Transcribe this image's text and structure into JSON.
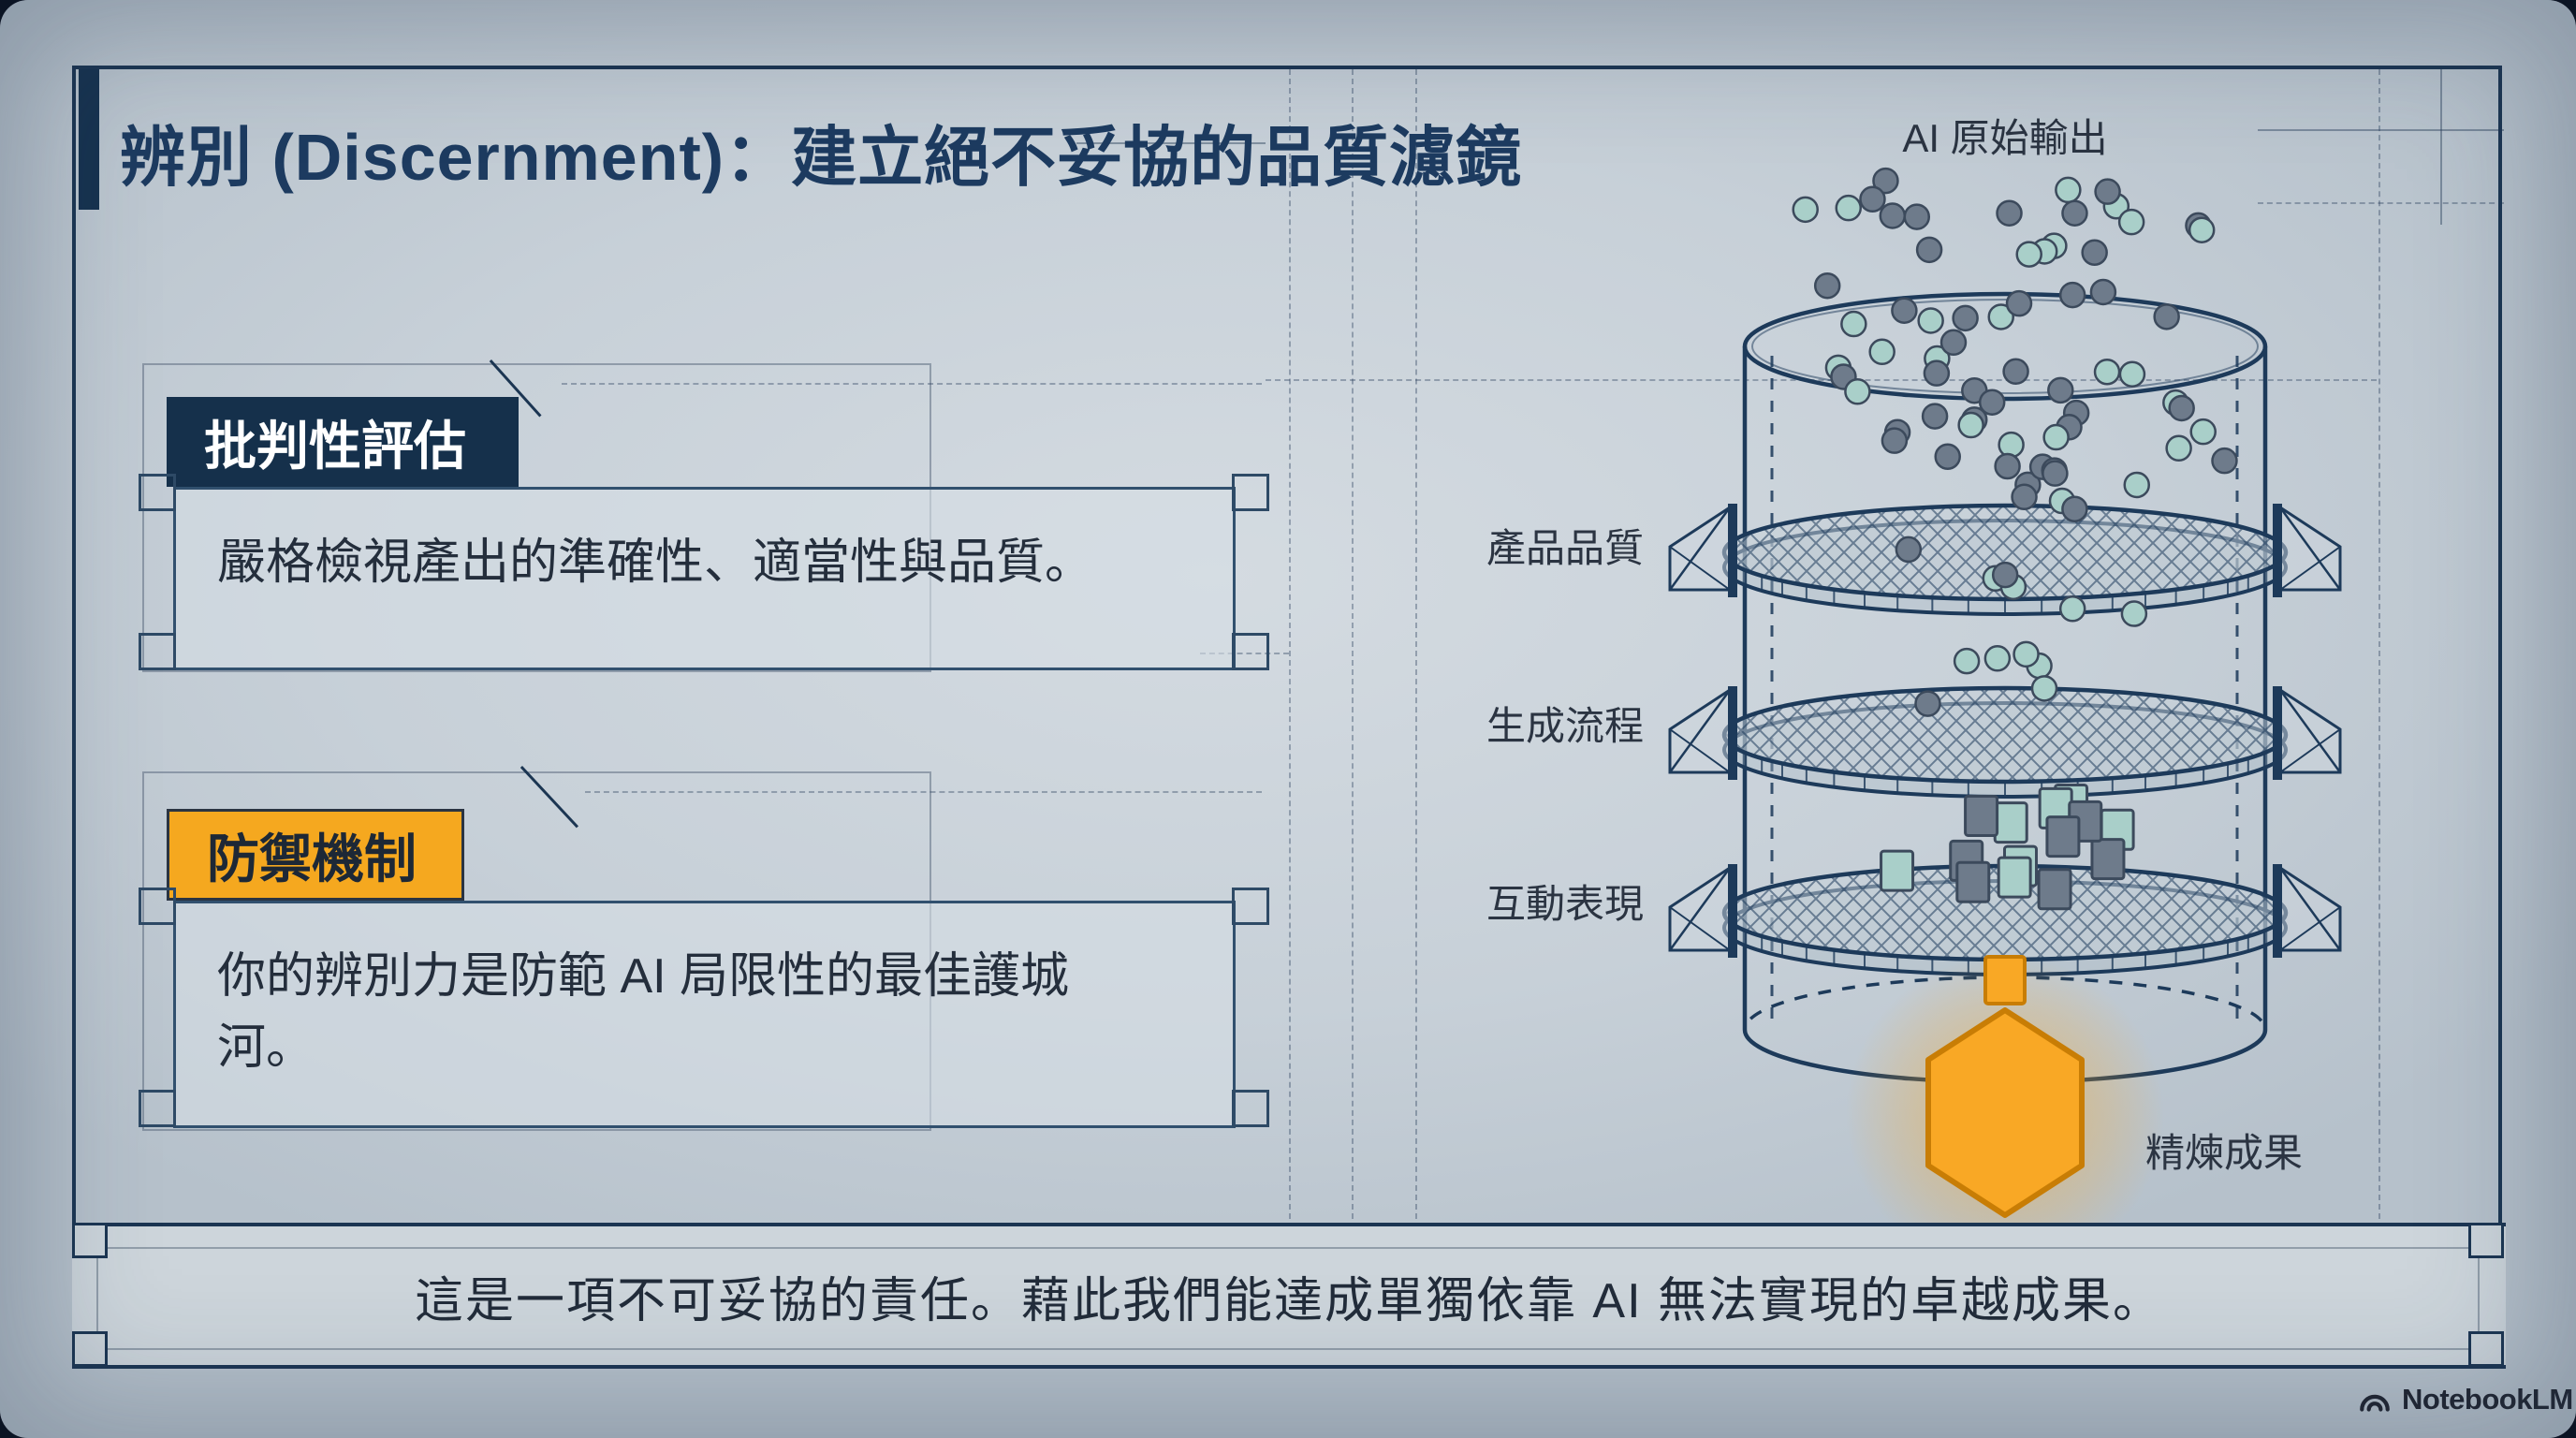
{
  "slide": {
    "title": "辨別 (Discernment)：建立絕不妥協的品質濾鏡",
    "footer": "這是一項不可妥協的責任。藉此我們能達成單獨依靠 AI 無法實現的卓越成果。",
    "branding": "NotebookLM"
  },
  "cards": [
    {
      "header": "批判性評估",
      "body": "嚴格檢視產出的準確性、適當性與品質。"
    },
    {
      "header": "防禦機制",
      "body": [
        "你的辨別力是防範 AI 局限性的最佳護城",
        "河。"
      ]
    }
  ],
  "diagram": {
    "top_label": "AI 原始輸出",
    "filter_labels": [
      "產品品質",
      "生成流程",
      "互動表現"
    ],
    "result_label": "精煉成果",
    "colors": {
      "line": "#1d3a5a",
      "particle_gray": "#6e7b8b",
      "particle_teal": "#a9cfc9",
      "particle_outline": "#3c4a5c",
      "result_orange": "#f9a825",
      "result_border": "#c87d05"
    }
  },
  "theme": {
    "navy": "#1b3552",
    "header_navy": "#15304b",
    "orange": "#f5a81f",
    "background": "#c7d0d8"
  }
}
